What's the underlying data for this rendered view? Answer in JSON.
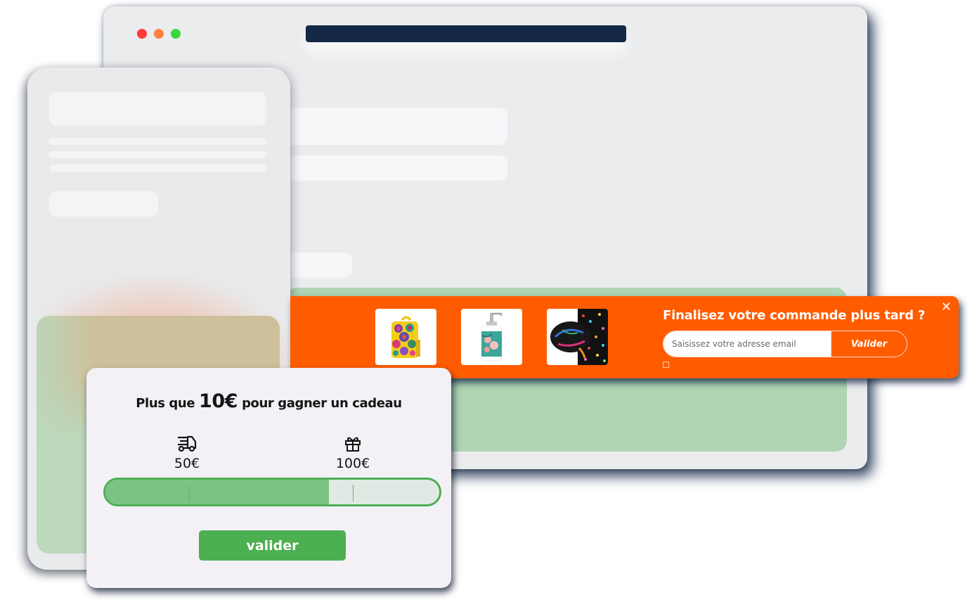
{
  "colors": {
    "accent_orange": "#ff5c00",
    "success_green": "#4caf50",
    "progress_fill": "#7bc383",
    "progress_track": "#e1e9e4",
    "address_bar": "#142746",
    "traffic_red": "#ff3b3b",
    "traffic_orange": "#ff7f45",
    "traffic_green": "#3bd63b"
  },
  "browser": {
    "traffic_lights": [
      "close",
      "minimize",
      "maximize"
    ]
  },
  "abandon_banner": {
    "title": "Finalisez votre commande plus tard ?",
    "close_icon": "close-icon",
    "close_glyph": "✕",
    "email_placeholder": "Saisissez votre adresse email",
    "email_value": "",
    "submit_label": "Valider",
    "consent_checked": false,
    "products": [
      {
        "name": "backpack",
        "icon": "backpack-product-image"
      },
      {
        "name": "soap dispenser",
        "icon": "soap-dispenser-product-image"
      },
      {
        "name": "scarf",
        "icon": "scarf-product-image"
      }
    ]
  },
  "gift_progress": {
    "headline_prefix": "Plus que",
    "headline_amount": "10€",
    "headline_suffix": "pour gagner un cadeau",
    "milestones": [
      {
        "icon": "delivery-truck-icon",
        "label": "50€"
      },
      {
        "icon": "gift-icon",
        "label": "100€"
      }
    ],
    "progress_percent": 67,
    "tick_positions_percent": [
      25,
      74
    ],
    "button_label": "valider"
  }
}
